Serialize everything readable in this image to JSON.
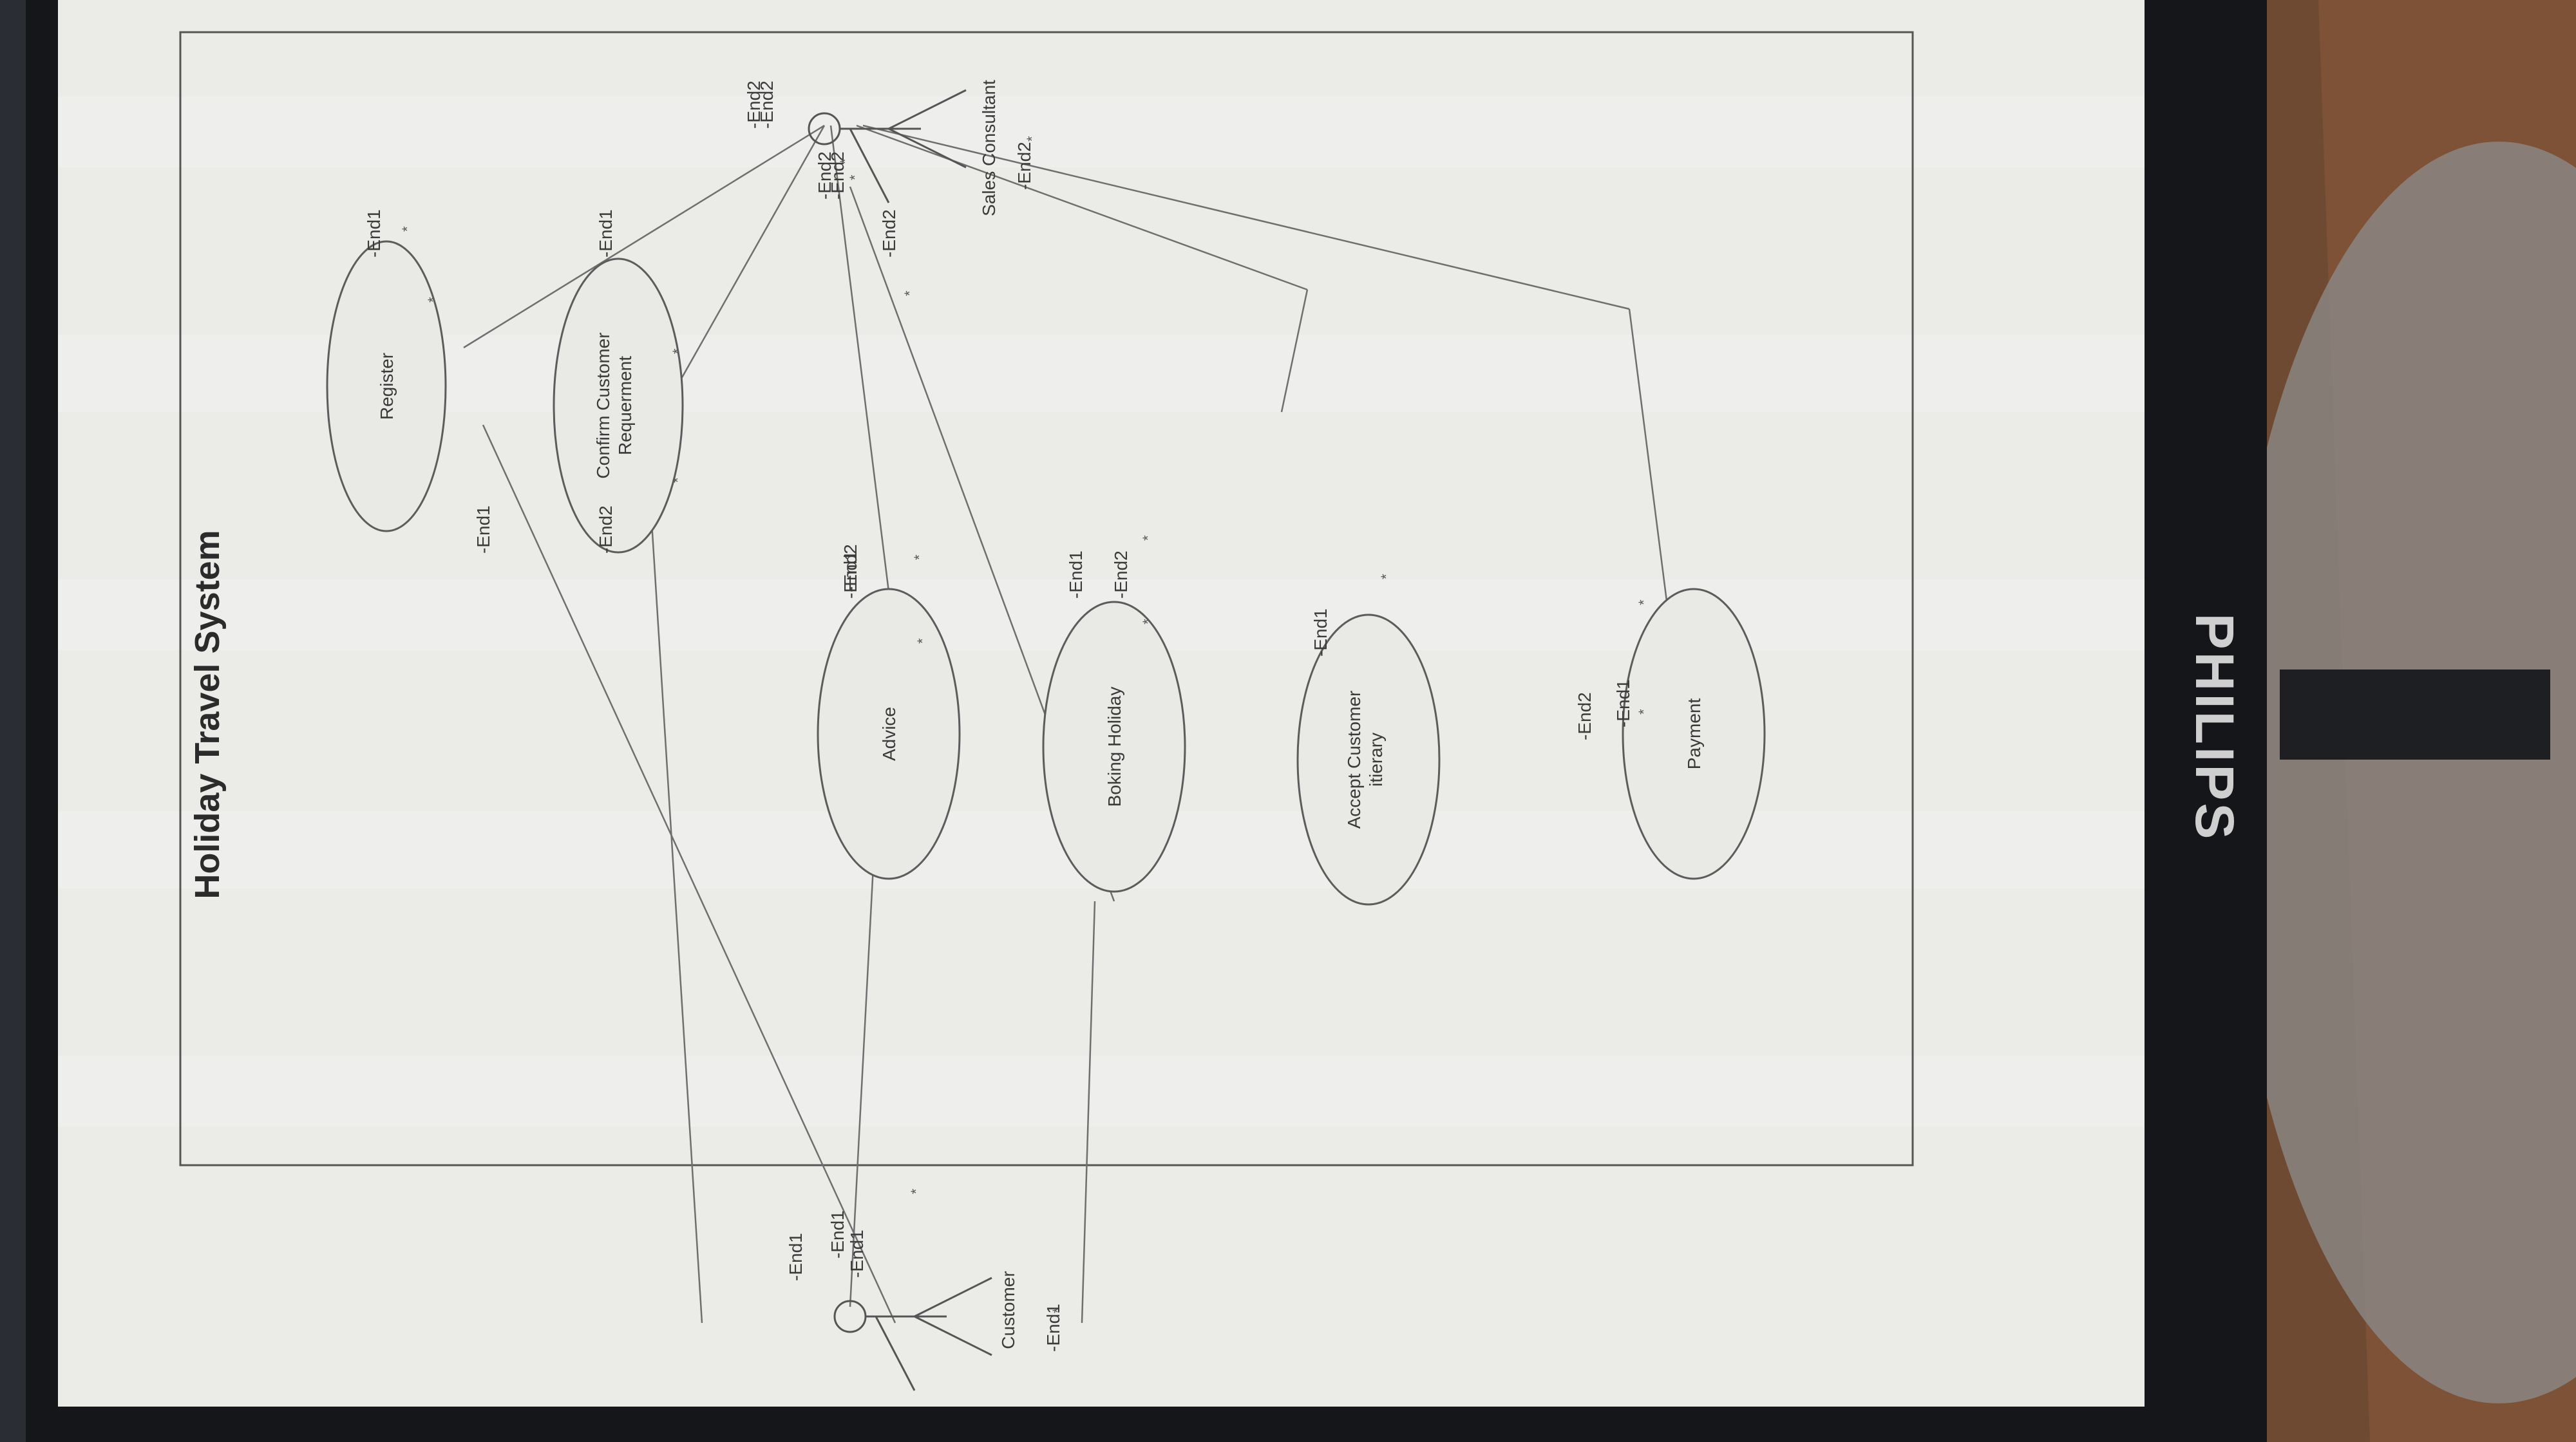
{
  "diagram": {
    "title": "Holiday Travel System",
    "actors": {
      "customer": "Customer",
      "sales_consultant": "Sales Consultant"
    },
    "use_cases": {
      "register": "Register",
      "confirm_requirement": [
        "Confirm Customer",
        "Requerment"
      ],
      "advice": "Advice",
      "booking_holiday": "Boking Holiday",
      "accept_itinerary": [
        "Accept Customer",
        "itierary"
      ],
      "payment": "Payment"
    },
    "end_labels": {
      "end1": "-End1",
      "end2": "-End2"
    },
    "multiplicity": "*"
  },
  "monitor": {
    "brand": "PHILIPS"
  }
}
